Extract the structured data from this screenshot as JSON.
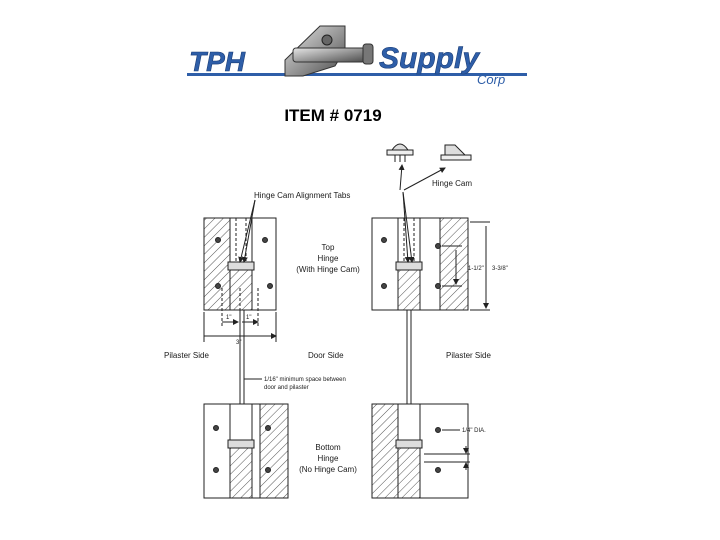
{
  "logo": {
    "word_left": "TPH",
    "word_right": "Supply",
    "sub": "Corp",
    "colors": {
      "blue": "#2e5ea8",
      "gray": "#a8a8a8",
      "dark": "#5a5a5a"
    }
  },
  "item_title": "ITEM # 0719",
  "labels": {
    "alignment_tabs": "Hinge Cam Alignment Tabs",
    "hinge_cam": "Hinge Cam",
    "top_hinge": [
      "Top",
      "Hinge",
      "(With Hinge Cam)"
    ],
    "bottom_hinge": [
      "Bottom",
      "Hinge",
      "(No Hinge Cam)"
    ],
    "pilaster_side_left": "Pilaster Side",
    "door_side": "Door Side",
    "pilaster_side_right": "Pilaster Side",
    "min_space": [
      "1/16\" minimum space between",
      "door and pilaster"
    ],
    "dim_1a": "1\"",
    "dim_1b": "1\"",
    "dim_3": "3\"",
    "dim_112": "1-1/2\"",
    "dim_338": "3-3/8\"",
    "dim_dia": "1/4\" DIA."
  }
}
